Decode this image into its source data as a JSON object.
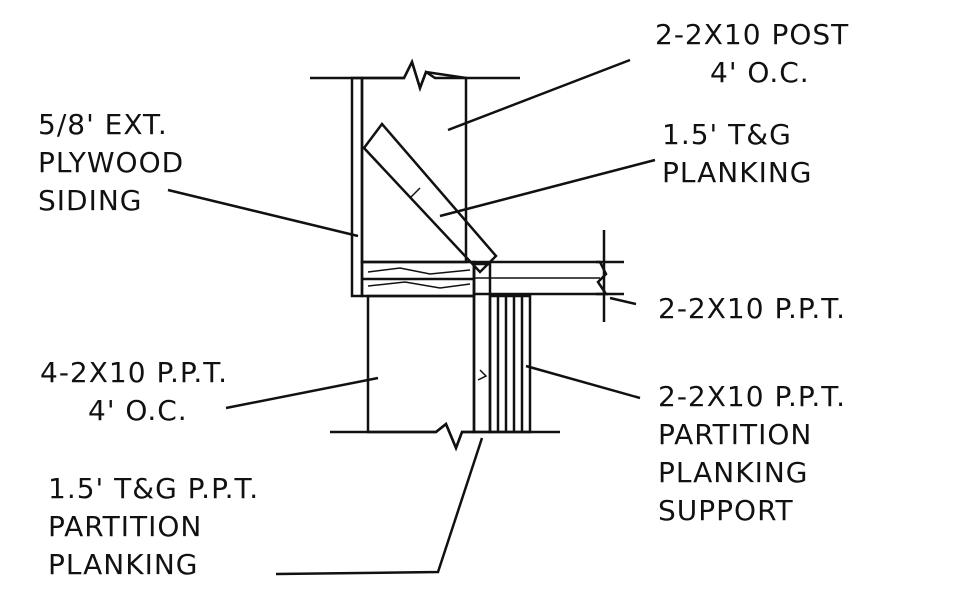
{
  "labels": {
    "post_line1": "2-2X10 POST",
    "post_line2": "4' O.C.",
    "siding_line1": "5/8' EXT.",
    "siding_line2": "PLYWOOD",
    "siding_line3": "SIDING",
    "planking_line1": "1.5' T&G",
    "planking_line2": "PLANKING",
    "joist": "2-2X10 P.P.T.",
    "ppt4_line1": "4-2X10 P.P.T.",
    "ppt4_line2": "4' O.C.",
    "support_line1": "2-2X10 P.P.T.",
    "support_line2": "PARTITION",
    "support_line3": "PLANKING",
    "support_line4": "SUPPORT",
    "partition_line1": "1.5' T&G P.P.T.",
    "partition_line2": "PARTITION",
    "partition_line3": "PLANKING"
  },
  "colors": {
    "ink": "#111111",
    "paper": "#ffffff"
  }
}
